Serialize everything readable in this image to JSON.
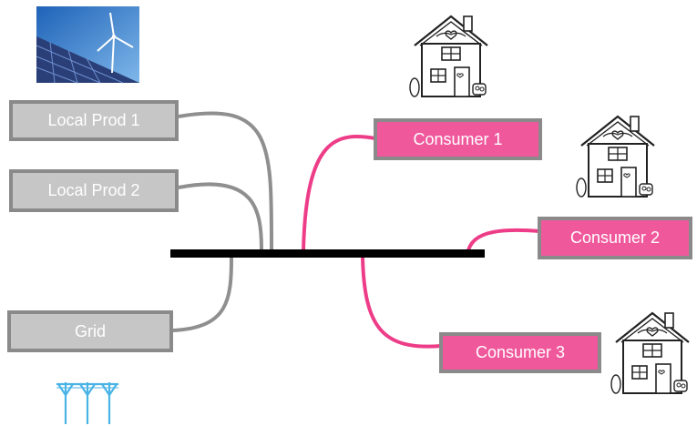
{
  "nodes": {
    "local_prod_1": "Local Prod 1",
    "local_prod_2": "Local Prod 2",
    "grid": "Grid",
    "consumer_1": "Consumer 1",
    "consumer_2": "Consumer 2",
    "consumer_3": "Consumer 3"
  },
  "colors": {
    "producer_fill": "#c6c6c6",
    "producer_border": "#8a8a8a",
    "consumer_fill": "#f0589c",
    "consumer_border": "#8a8a8a",
    "producer_wire": "#8f8f8f",
    "consumer_wire": "#ee3d88",
    "bus": "#000000",
    "node_text": "#ffffff"
  },
  "icons": {
    "renewables": "solar-panel-wind-turbine-photo",
    "houses": "house-icon",
    "grid": "power-pylon-icon"
  }
}
